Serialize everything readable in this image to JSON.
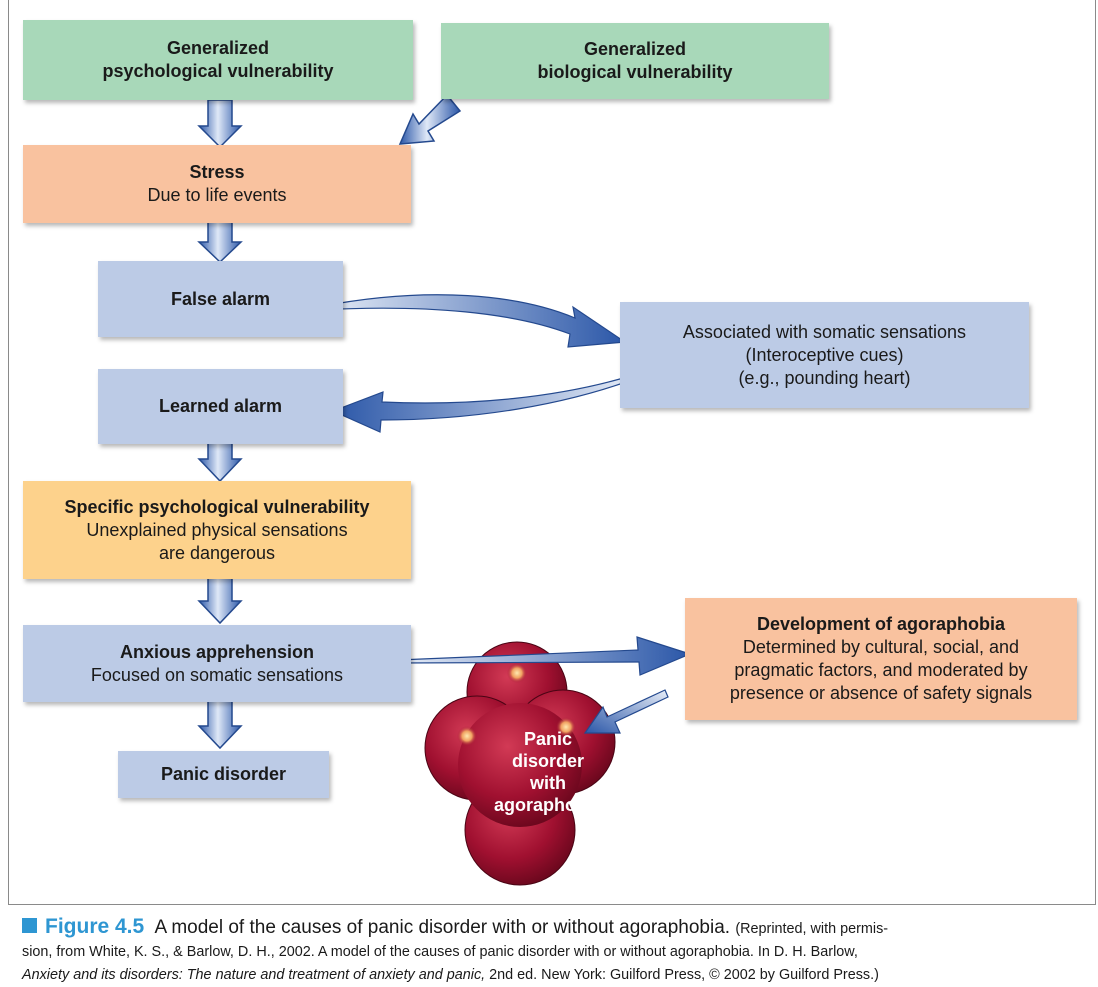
{
  "boxes": {
    "gen_psych": {
      "line1": "Generalized",
      "line2": "psychological vulnerability"
    },
    "gen_bio": {
      "line1": "Generalized",
      "line2": "biological vulnerability"
    },
    "stress": {
      "title": "Stress",
      "sub": "Due to life events"
    },
    "false_alarm": {
      "title": "False alarm"
    },
    "somatic": {
      "line1": "Associated with somatic sensations",
      "line2": "(Interoceptive cues)",
      "line3": "(e.g., pounding heart)"
    },
    "learned_alarm": {
      "title": "Learned alarm"
    },
    "specific_psych": {
      "title": "Specific psychological vulnerability",
      "line1": "Unexplained physical sensations",
      "line2": "are dangerous"
    },
    "anxious": {
      "title": "Anxious apprehension",
      "sub": "Focused on somatic sensations"
    },
    "panic_disorder": {
      "title": "Panic disorder"
    },
    "agoraphobia_dev": {
      "title": "Development of agoraphobia",
      "line1": "Determined by cultural, social, and",
      "line2": "pragmatic factors, and moderated by",
      "line3": "presence or absence of safety signals"
    },
    "panic_agoraphobia": {
      "line1": "Panic",
      "line2": "disorder",
      "line3": "with",
      "line4": "agoraphobia"
    }
  },
  "colors": {
    "green": "#a8d8b9",
    "salmon": "#f9c29f",
    "blue": "#bccbe6",
    "yellow": "#fdd28c",
    "arrow_blue": "#2b57a8",
    "blob_red": "#a01030",
    "caption_accent": "#2e96d2"
  },
  "caption": {
    "figure_number": "Figure 4.5",
    "title": "A model of the causes of panic disorder with or without agoraphobia.",
    "credit_open": "(Reprinted, with permis-",
    "credit_line2": "sion, from White, K. S., & Barlow, D. H., 2002. A model of the causes of panic disorder with or without agoraphobia. In D. H. Barlow,",
    "book_title": "Anxiety and its disorders: The nature and treatment of anxiety and panic,",
    "credit_line3_rest": " 2nd ed. New York: Guilford Press, © 2002 by Guilford Press.)"
  }
}
